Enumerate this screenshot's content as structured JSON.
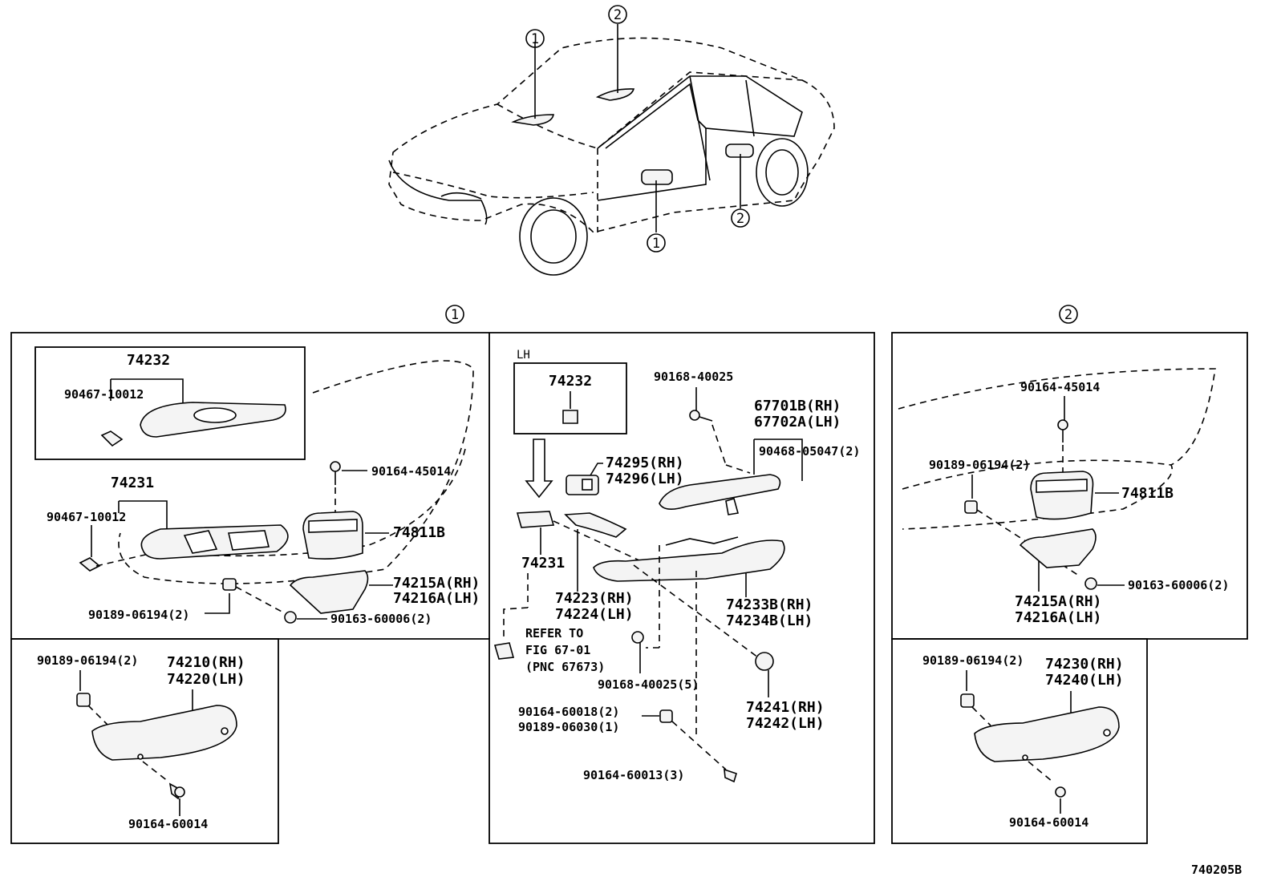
{
  "diagram_id": "740205B",
  "callouts": {
    "one": "1",
    "two": "2"
  },
  "car_view": {
    "callout_labels": [
      "1",
      "2",
      "1",
      "2"
    ]
  },
  "panel1": {
    "title_callout": "1",
    "inset": {
      "part": "74232",
      "clip": "90467-10012"
    },
    "parts": {
      "armrest_base": "74231",
      "clip": "90467-10012",
      "screw_top": "90164-45014",
      "pocket": "74811B",
      "bracket_rh": "74215A(RH)",
      "bracket_lh": "74216A(LH)",
      "nut": "90189-06194(2)",
      "screw_bottom": "90163-60006(2)"
    }
  },
  "panel1b": {
    "nut": "90189-06194(2)",
    "part_rh": "74210(RH)",
    "part_lh": "74220(LH)",
    "screw": "90164-60014"
  },
  "panel_center": {
    "side": "LH",
    "inset_part": "74232",
    "screw_top": "90168-40025",
    "switch_rh": "67701B(RH)",
    "switch_lh": "67702A(LH)",
    "clip": "90468-05047(2)",
    "cover_rh": "74295(RH)",
    "cover_lh": "74296(LH)",
    "bracket": "74231",
    "base_rh": "74223(RH)",
    "base_lh": "74224(LH)",
    "pad_rh": "74233B(RH)",
    "pad_lh": "74234B(LH)",
    "refer_1": "REFER TO",
    "refer_2": "FIG 67-01",
    "refer_3": "(PNC 67673)",
    "screw_mid": "90168-40025(5)",
    "plug_rh": "74241(RH)",
    "plug_lh": "74242(LH)",
    "screw_a": "90164-60018(2)",
    "nut_a": "90189-06030(1)",
    "screw_bottom": "90164-60013(3)"
  },
  "panel2": {
    "title_callout": "2",
    "screw_top": "90164-45014",
    "nut": "90189-06194(2)",
    "pocket": "74811B",
    "screw": "90163-60006(2)",
    "bracket_rh": "74215A(RH)",
    "bracket_lh": "74216A(LH)"
  },
  "panel2b": {
    "nut": "90189-06194(2)",
    "part_rh": "74230(RH)",
    "part_lh": "74240(LH)",
    "screw": "90164-60014"
  }
}
